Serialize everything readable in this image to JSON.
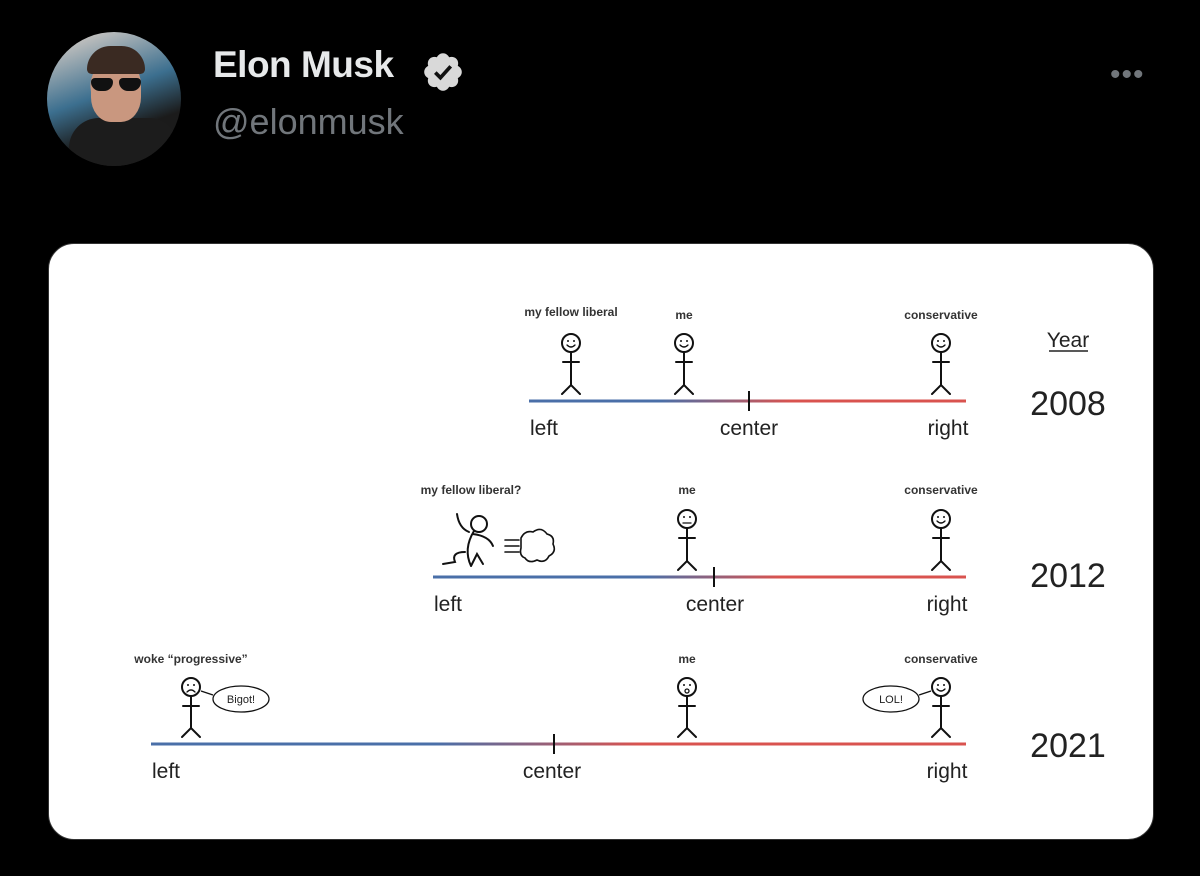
{
  "tweet": {
    "author_name": "Elon Musk",
    "author_handle": "@elonmusk",
    "verified": true,
    "more_menu": "•••"
  },
  "diagram": {
    "year_header": "Year",
    "colors": {
      "left": "#4a6fa8",
      "right": "#d9534f"
    },
    "rows": [
      {
        "year": "2008",
        "axis": {
          "left": "left",
          "center": "center",
          "right": "right"
        },
        "figures": [
          {
            "label": "my fellow liberal",
            "face": "smile"
          },
          {
            "label": "me",
            "face": "smile"
          },
          {
            "label": "conservative",
            "face": "smile"
          }
        ]
      },
      {
        "year": "2012",
        "axis": {
          "left": "left",
          "center": "center",
          "right": "right"
        },
        "figures": [
          {
            "label": "my fellow liberal?",
            "face": "running"
          },
          {
            "label": "me",
            "face": "neutral"
          },
          {
            "label": "conservative",
            "face": "smile"
          }
        ]
      },
      {
        "year": "2021",
        "axis": {
          "left": "left",
          "center": "center",
          "right": "right"
        },
        "figures": [
          {
            "label": "woke “progressive”",
            "face": "angry",
            "speech": "Bigot!"
          },
          {
            "label": "me",
            "face": "surprised"
          },
          {
            "label": "conservative",
            "face": "smile",
            "speech": "LOL!"
          }
        ]
      }
    ]
  }
}
